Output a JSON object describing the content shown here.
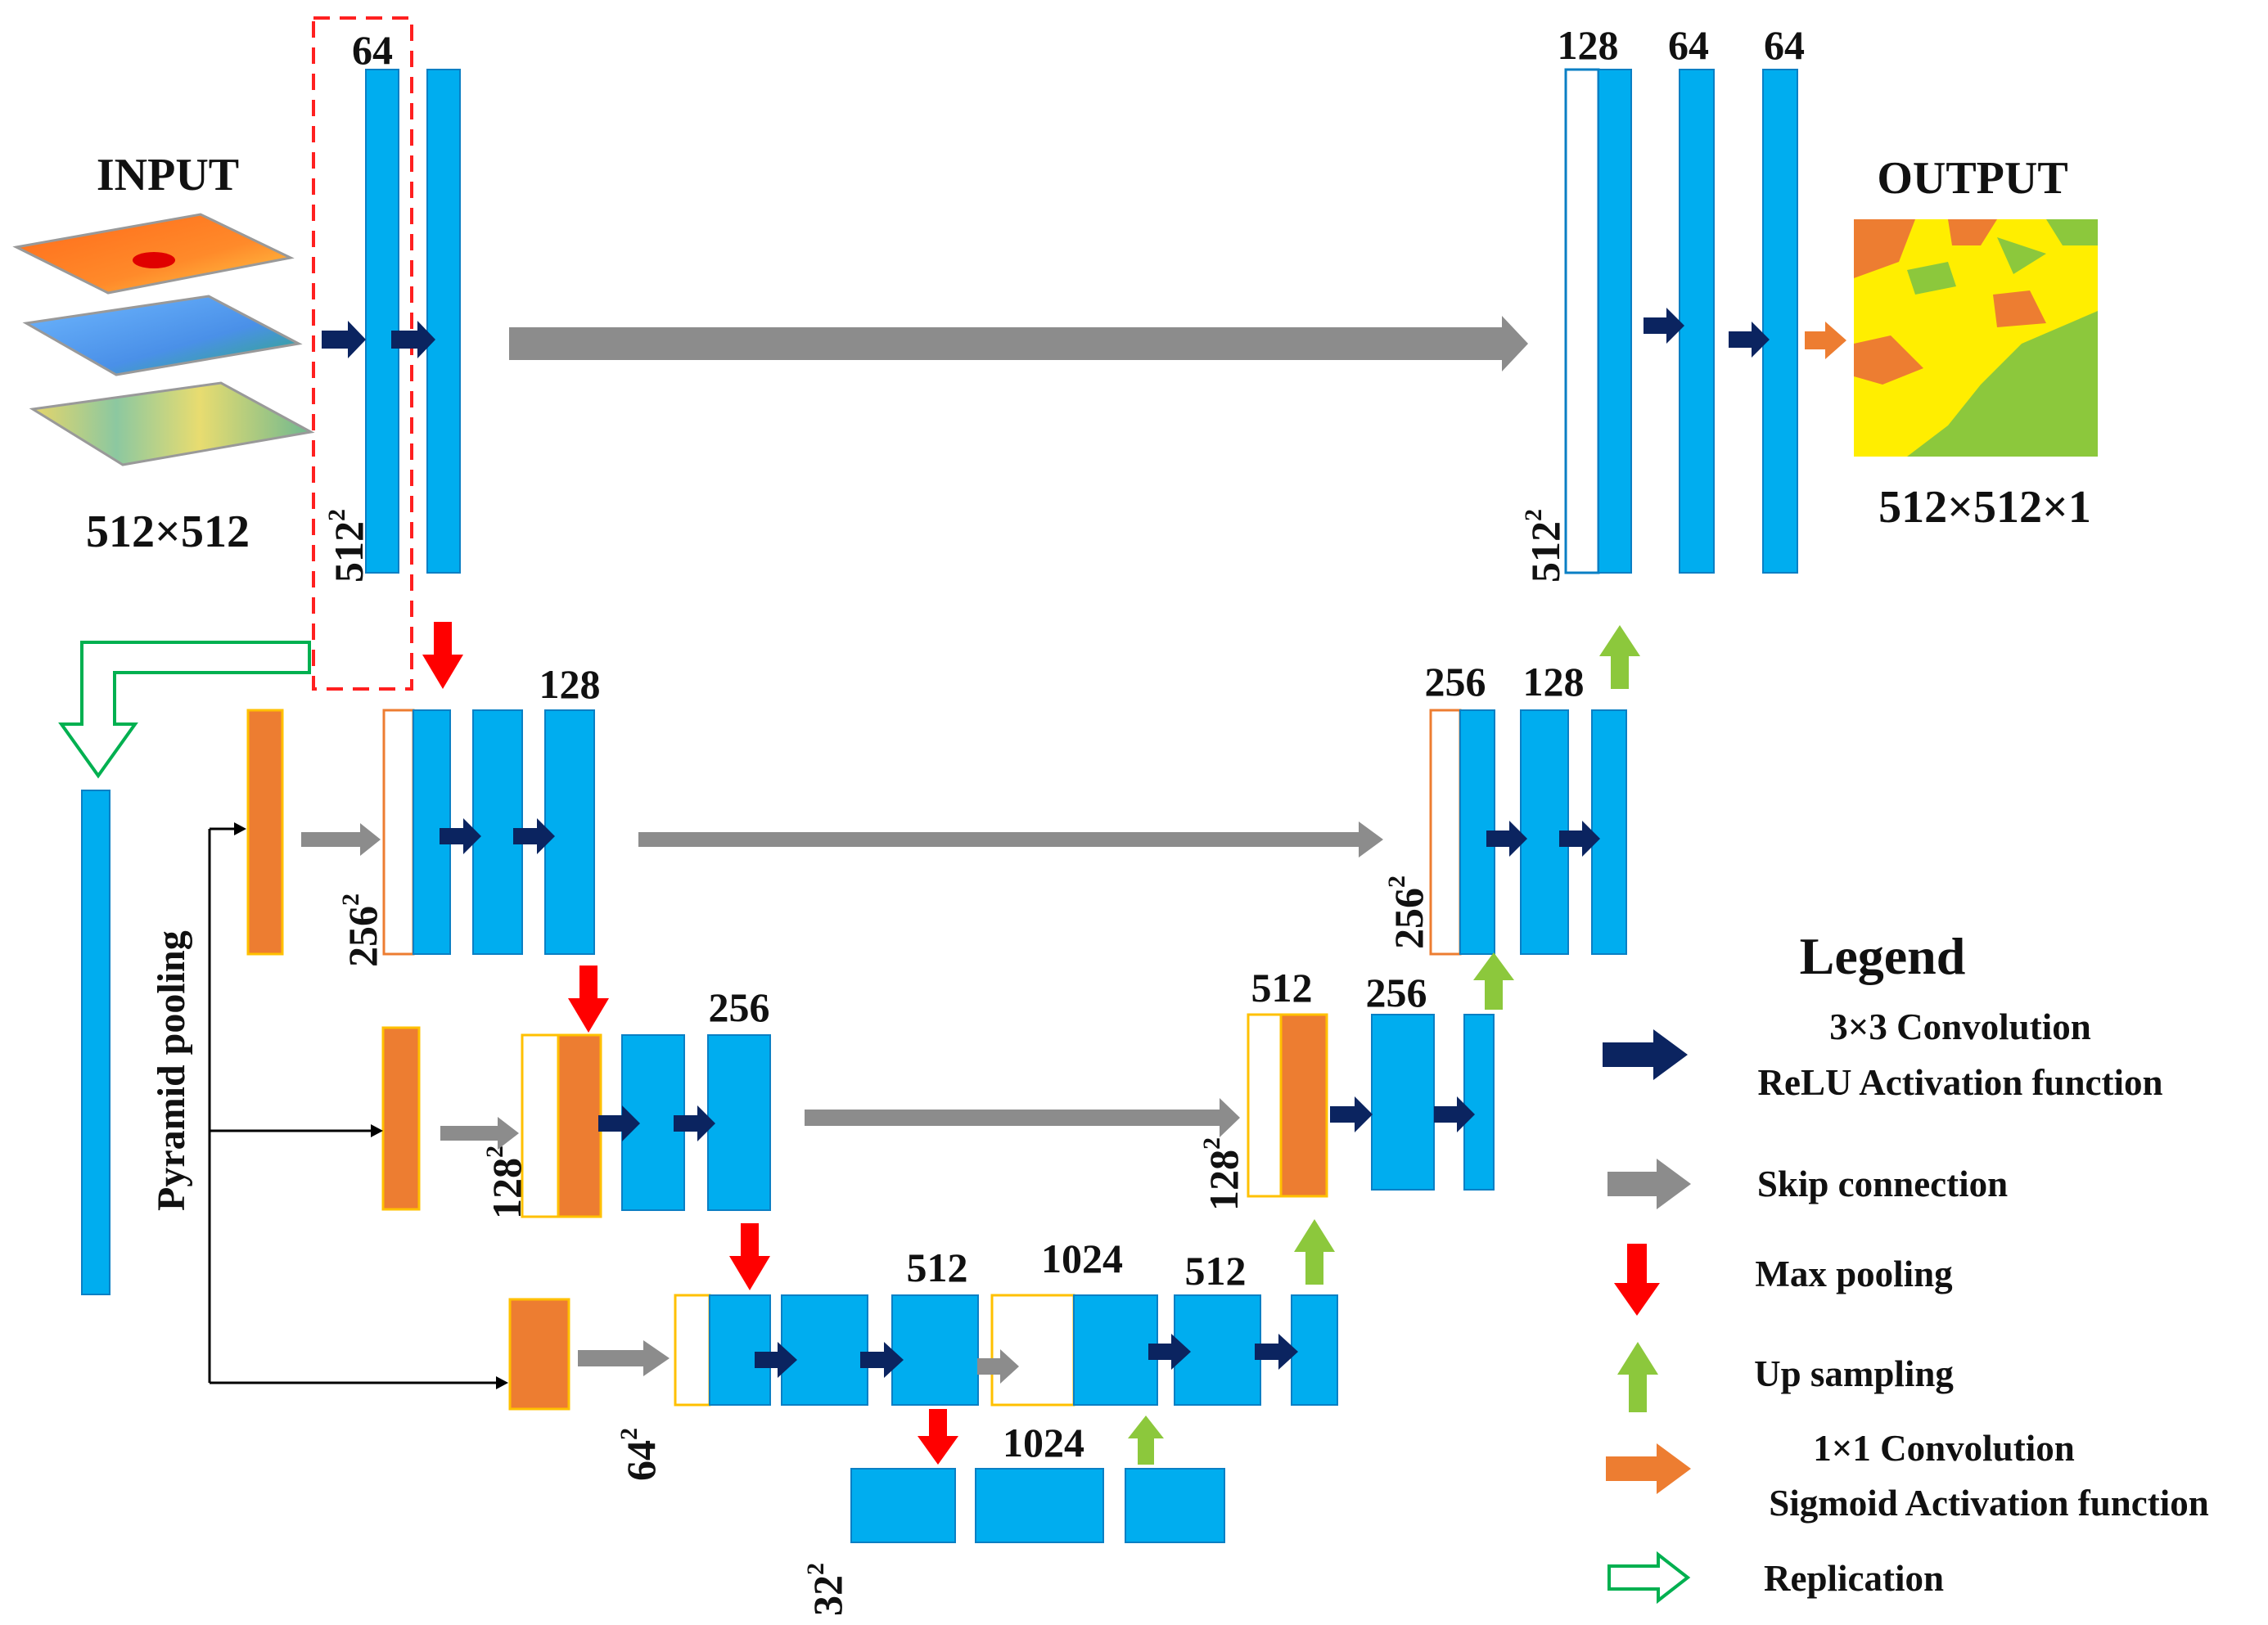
{
  "input": {
    "title": "INPUT",
    "size": "512×512"
  },
  "output": {
    "title": "OUTPUT",
    "size": "512×512×1"
  },
  "pyramid_label": "Pyramid pooling",
  "channels": {
    "enc1": "64",
    "enc2": "128",
    "enc3": "256",
    "enc4": "512",
    "bottleneck": "1024",
    "dec4_in": "1024",
    "dec4_out": "512",
    "dec3_in": "512",
    "dec3_out": "256",
    "dec2_in": "256",
    "dec2_out": "128",
    "dec1_in": "128",
    "dec1_a": "64",
    "dec1_b": "64"
  },
  "resolutions": [
    {
      "base": "512",
      "exp": "2"
    },
    {
      "base": "256",
      "exp": "2"
    },
    {
      "base": "128",
      "exp": "2"
    },
    {
      "base": "64",
      "exp": "2"
    },
    {
      "base": "32",
      "exp": "2"
    }
  ],
  "legend": {
    "title": "Legend",
    "items": [
      {
        "icon": "navy-arrow",
        "line1": "3×3 Convolution",
        "line2": "ReLU Activation  function"
      },
      {
        "icon": "gray-arrow",
        "line1": "Skip connection",
        "line2": ""
      },
      {
        "icon": "red-down-arrow",
        "line1": "Max pooling",
        "line2": ""
      },
      {
        "icon": "green-up-arrow",
        "line1": "Up sampling",
        "line2": ""
      },
      {
        "icon": "orange-arrow",
        "line1": "1×1 Convolution",
        "line2": "Sigmoid Activation  function"
      },
      {
        "icon": "hollow-green-arrow",
        "line1": "Replication",
        "line2": ""
      }
    ]
  },
  "colors": {
    "block": "#00adef",
    "pool_block": "#ed7d31",
    "conv_arrow": "#0b2460",
    "skip_arrow": "#8c8c8c",
    "maxpool_arrow": "#ff0000",
    "upsample_arrow": "#8cc83c",
    "output_arrow": "#ed7d31",
    "replication_arrow": "#00b050"
  }
}
